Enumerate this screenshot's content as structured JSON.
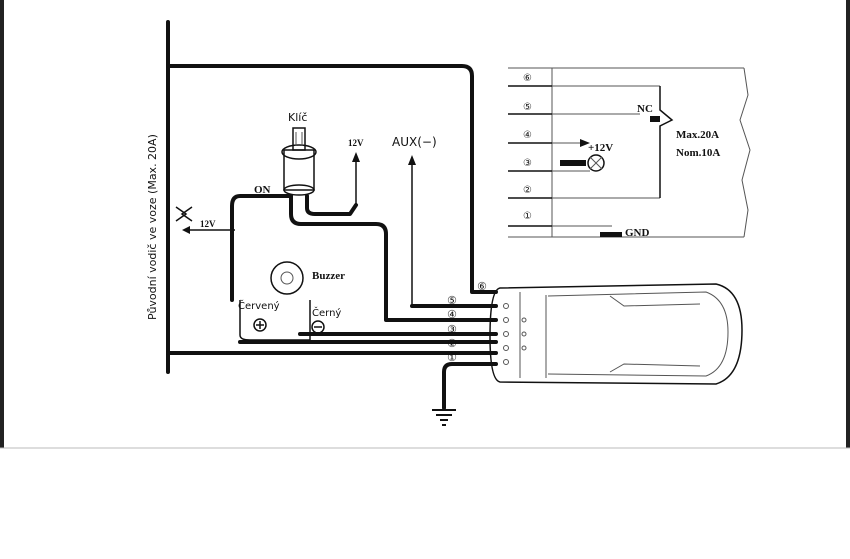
{
  "labels": {
    "klic": "Klíč",
    "v12_top": "12V",
    "aux": "AUX(−)",
    "on": "ON",
    "v12_left": "12V",
    "vertical_wire": "Původní vodič ve voze (Max. 20A)",
    "buzzer": "Buzzer",
    "cerveny": "Červený",
    "cerny": "Černý",
    "nc": "NC",
    "max": "Max.20A",
    "nom": "Nom.10A",
    "plus12v": "+12V",
    "gnd": "GND",
    "pin6": "⑥",
    "pin5": "⑤",
    "pin4": "④",
    "pin3": "③",
    "pin2": "②",
    "pin1": "①"
  },
  "relay_pins": [
    "⑥",
    "⑤",
    "④",
    "③",
    "②",
    "①"
  ],
  "connector_pins": [
    "⑤",
    "④",
    "③",
    "②",
    "①"
  ],
  "colors": {
    "ink": "#111111",
    "background": "#ffffff"
  }
}
